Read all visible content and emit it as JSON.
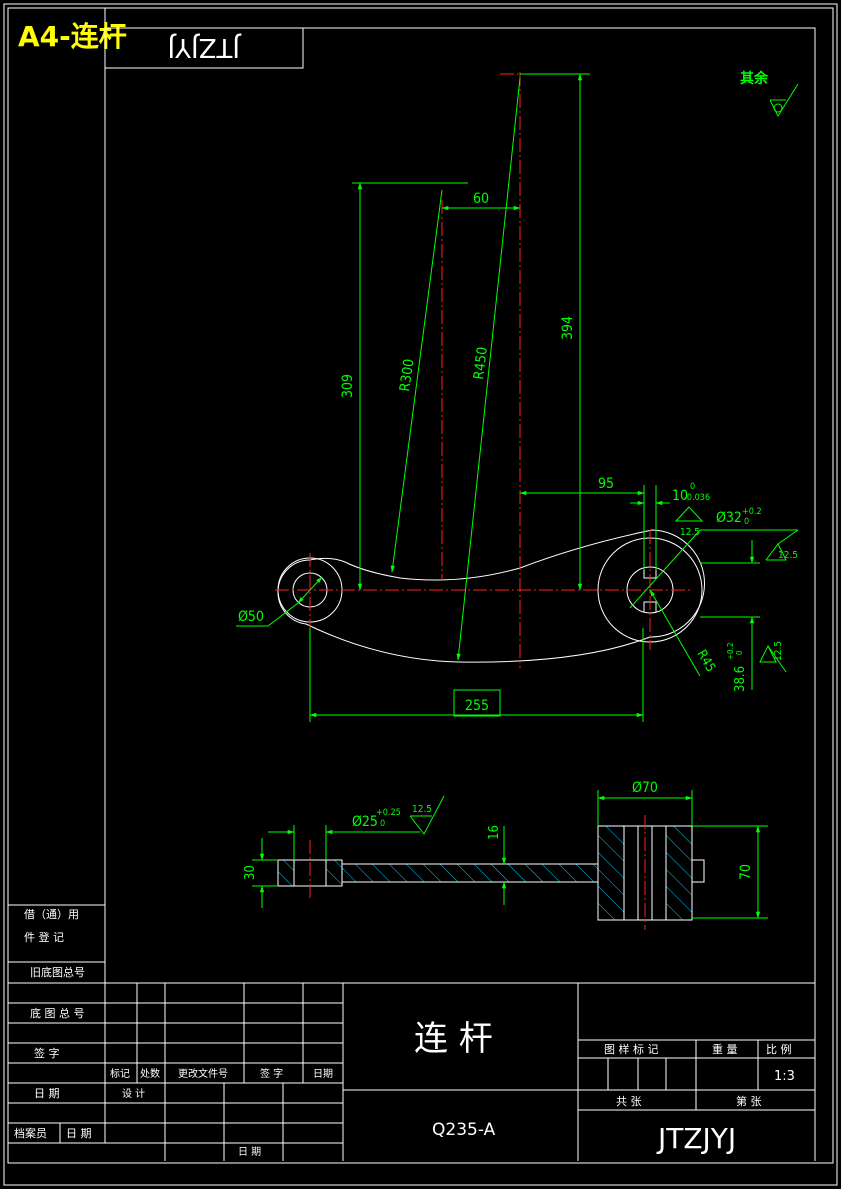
{
  "header": {
    "sheet_label": "A4-连杆",
    "mirrored_code": "JTZJYJ"
  },
  "roughness_note": {
    "label": "其余"
  },
  "dims": {
    "d60": "60",
    "d394": "394",
    "d309": "309",
    "r300": "R300",
    "r450": "R450",
    "d95": "95",
    "d10": "10",
    "d10_tol_upper": "0",
    "d10_tol_lower": "-0.036",
    "rough_12_5_a": "12.5",
    "dia32": "Ø32",
    "dia32_tol_upper": "+0.2",
    "dia32_tol_lower": "0",
    "rough_12_5_b": "12.5",
    "dia50": "Ø50",
    "r45": "R45",
    "d38_6": "38.6",
    "d38_6_tol_upper": "+0.2",
    "d38_6_tol_lower": "0",
    "rough_12_5_c": "12.5",
    "d255": "255",
    "dia70": "Ø70",
    "dia25": "Ø25",
    "dia25_tol_upper": "+0.25",
    "dia25_tol_lower": "0",
    "rough_12_5_d": "12.5",
    "d16": "16",
    "d30": "30",
    "d70": "70"
  },
  "side_table": {
    "row1a": "借（通）用",
    "row1b": "件 登 记",
    "row2": "旧底图总号",
    "row3": "底 图 总 号",
    "row4": "签  字",
    "row5": "日  期"
  },
  "title_block": {
    "col_biaoji": "标记",
    "col_chushu": "处数",
    "col_change_doc": "更改文件号",
    "col_signature": "签 字",
    "col_date": "日期",
    "designer": "设 计",
    "archivist": "档案员",
    "archivist_date": "日 期",
    "bottom_date": "日 期",
    "part_name": "连  杆",
    "material": "Q235-A",
    "sample_mark": "图 样 标 记",
    "weight": "重 量",
    "scale_label": "比 例",
    "scale_value": "1:3",
    "total_sheets": "共  张",
    "sheet_no": "第  张",
    "drawing_code": "JTZJYJ"
  }
}
